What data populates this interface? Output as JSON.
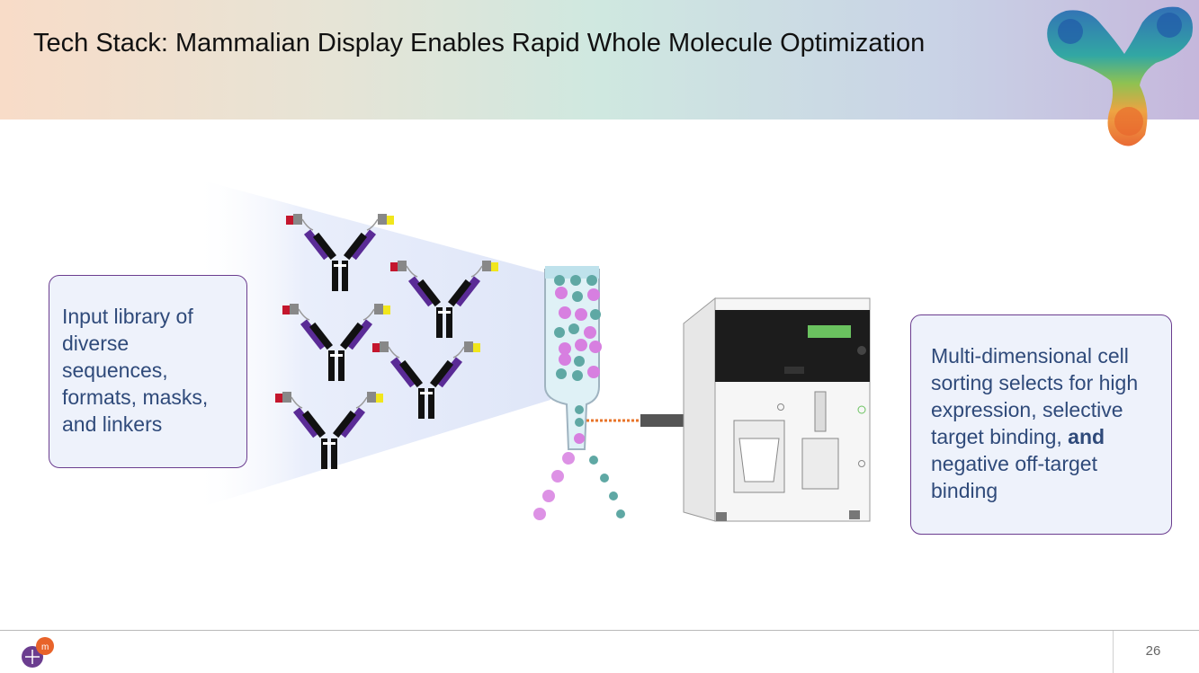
{
  "slide": {
    "title": "Tech Stack: Mammalian Display Enables Rapid Whole Molecule Optimization",
    "page_number": "26"
  },
  "left_box": {
    "text": "Input library of diverse sequences, formats, masks, and linkers"
  },
  "right_box": {
    "text_before": "Multi-dimensional cell sorting selects for high expression, selective target binding, ",
    "bold": "and",
    "text_after": " negative off-target binding"
  },
  "colors": {
    "accent_purple": "#6b3d8f",
    "box_text": "#2f4a7a",
    "box_fill": "#eef2fb",
    "cell_magenta": "#d77fe0",
    "cell_teal": "#5fa8a4"
  },
  "icons": {
    "header_art": "antibody-3d-icon",
    "footer_logo": "company-logo-icon"
  }
}
